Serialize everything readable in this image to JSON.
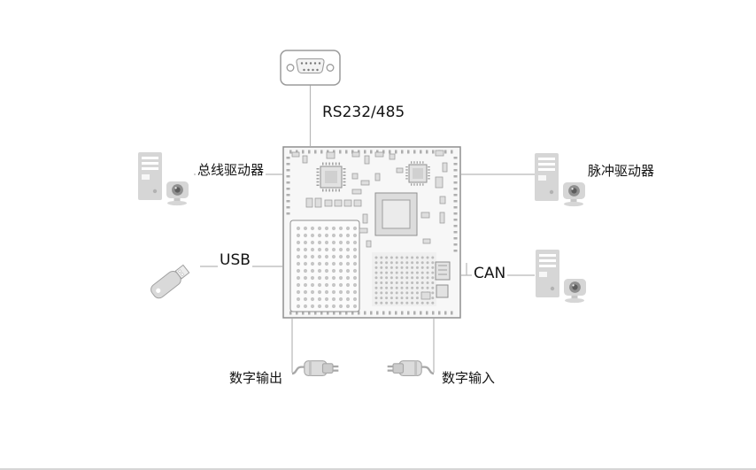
{
  "diagram": {
    "type": "hardware-connection-diagram",
    "center_node": "circuit-board",
    "connections": [
      {
        "id": "rs232",
        "label": "RS232/485",
        "side": "top",
        "icon": "db9-serial-connector-icon"
      },
      {
        "id": "bus-driver",
        "label": "总线驱动器",
        "side": "left-top",
        "icon": "computer-with-camera-icon"
      },
      {
        "id": "usb",
        "label": "USB",
        "side": "left-middle",
        "icon": "usb-flash-drive-icon"
      },
      {
        "id": "pulse-driver",
        "label": "脉冲驱动器",
        "side": "right-top",
        "icon": "computer-with-camera-icon"
      },
      {
        "id": "can",
        "label": "CAN",
        "side": "right-middle",
        "icon": "computer-with-camera-icon"
      },
      {
        "id": "digital-output",
        "label": "数字输出",
        "side": "bottom-left",
        "icon": "cable-connector-icon"
      },
      {
        "id": "digital-input",
        "label": "数字输入",
        "side": "bottom-right",
        "icon": "cable-connector-icon"
      }
    ],
    "colors": {
      "background": "#ffffff",
      "connection_line": "#b8b8b8",
      "icon_fill": "#d6d6d6",
      "icon_detail": "#8f8f8f",
      "board_fill": "#f7f7f7",
      "board_outline": "#8f8f8f",
      "text": "#141414"
    }
  }
}
